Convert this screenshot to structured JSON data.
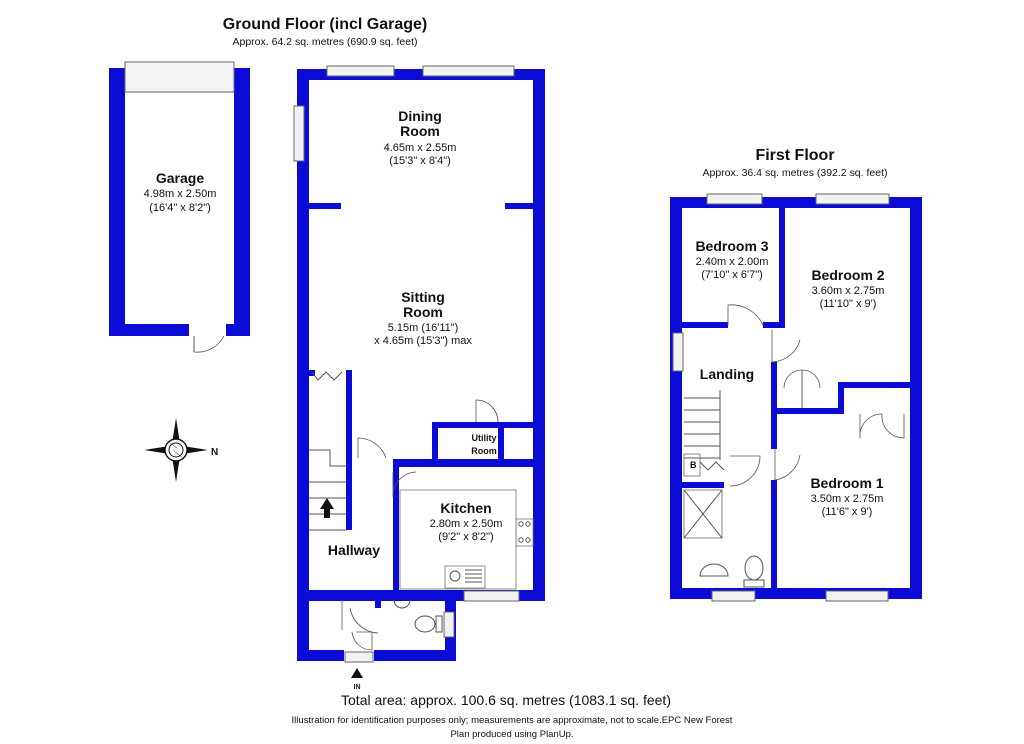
{
  "ground_floor": {
    "title": "Ground Floor (incl Garage)",
    "area": "Approx. 64.2 sq. metres (690.9 sq. feet)"
  },
  "first_floor": {
    "title": "First Floor",
    "area": "Approx. 36.4 sq. metres (392.2 sq. feet)"
  },
  "rooms": {
    "garage": {
      "name": "Garage",
      "dim_m": "4.98m x 2.50m",
      "dim_ft": "(16'4\" x 8'2\")"
    },
    "dining": {
      "name_1": "Dining",
      "name_2": "Room",
      "dim_m": "4.65m x 2.55m",
      "dim_ft": "(15'3\" x 8'4\")"
    },
    "sitting": {
      "name_1": "Sitting",
      "name_2": "Room",
      "dim_1": "5.15m (16'11\")",
      "dim_2": "x 4.65m (15'3\") max"
    },
    "utility": {
      "name_1": "Utility",
      "name_2": "Room"
    },
    "kitchen": {
      "name": "Kitchen",
      "dim_m": "2.80m x 2.50m",
      "dim_ft": "(9'2\" x 8'2\")"
    },
    "hallway": {
      "name": "Hallway"
    },
    "bedroom3": {
      "name": "Bedroom 3",
      "dim_m": "2.40m x 2.00m",
      "dim_ft": "(7'10\" x 6'7\")"
    },
    "bedroom2": {
      "name": "Bedroom 2",
      "dim_m": "3.60m x 2.75m",
      "dim_ft": "(11'10\" x 9')"
    },
    "bedroom1": {
      "name": "Bedroom 1",
      "dim_m": "3.50m x 2.75m",
      "dim_ft": "(11'6\" x 9')"
    },
    "landing": {
      "name": "Landing"
    }
  },
  "labels": {
    "entrance": "IN",
    "boiler": "B",
    "compass_north": "N"
  },
  "footer": {
    "total": "Total area: approx. 100.6 sq. metres (1083.1 sq. feet)",
    "disclaimer": "Illustration for identification purposes only; measurements are approximate, not to scale.EPC New Forest",
    "credit": "Plan produced using PlanUp."
  },
  "colors": {
    "wall": "#0b0bd6",
    "text": "#111111"
  }
}
